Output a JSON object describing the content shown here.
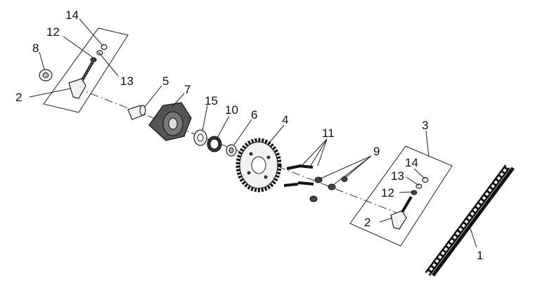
{
  "callouts": {
    "c14a": "14",
    "c12a": "12",
    "c8": "8",
    "c13a": "13",
    "c2a": "2",
    "c5": "5",
    "c7": "7",
    "c15": "15",
    "c10": "10",
    "c6": "6",
    "c4": "4",
    "c11": "11",
    "c9": "9",
    "c3": "3",
    "c14b": "14",
    "c13b": "13",
    "c12b": "12",
    "c2b": "2",
    "c1": "1"
  }
}
